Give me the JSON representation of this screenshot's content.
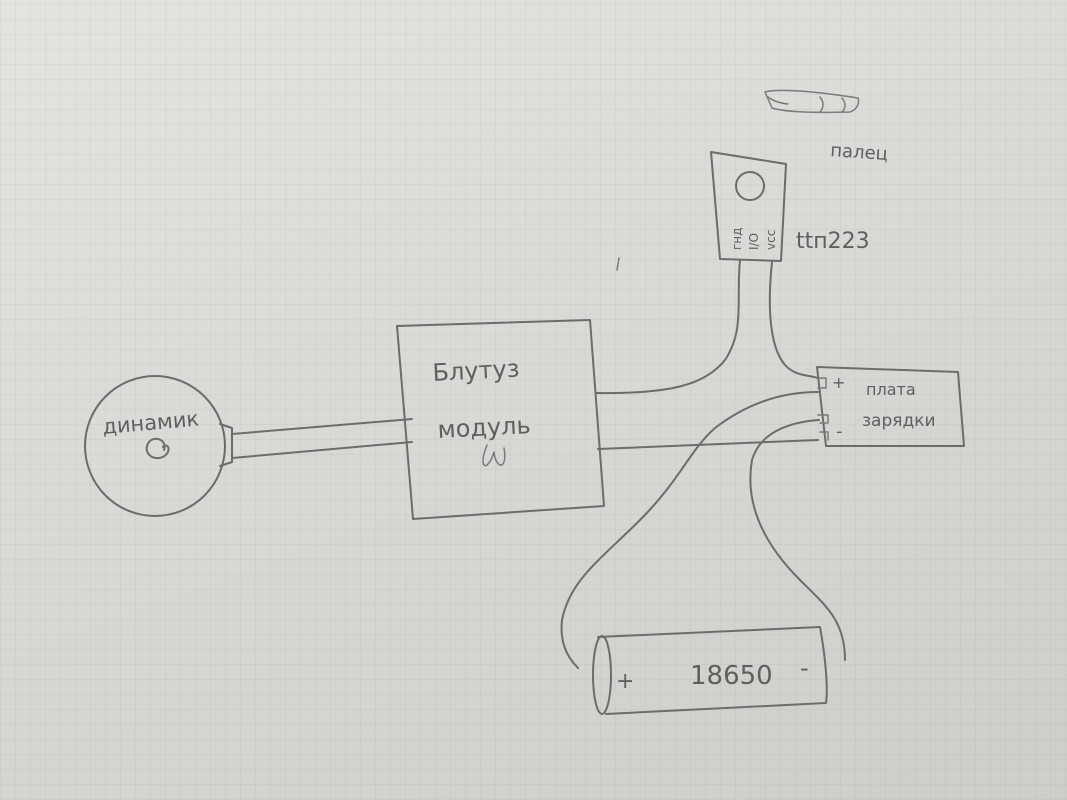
{
  "labels": {
    "speaker": "динамик",
    "bt_line1": "Блутуз",
    "bt_line2": "модуль",
    "touch_sensor": "ttп223",
    "sensor_pins": [
      "гнд",
      "I/O",
      "vcc"
    ],
    "finger": "палец",
    "charger_line1": "плата",
    "charger_line2": "зарядки",
    "charger_plus": "+",
    "charger_minus": "-",
    "battery": "18650",
    "battery_plus": "+",
    "battery_minus": "-"
  }
}
